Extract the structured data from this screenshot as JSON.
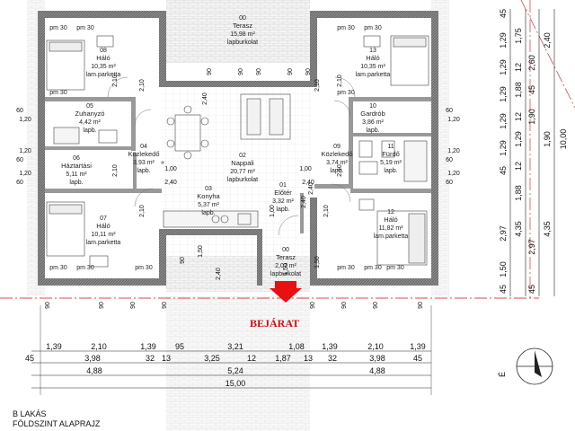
{
  "title": {
    "line1": "B LAKÁS",
    "line2": "FÖLDSZINT ALAPRAJZ"
  },
  "entry_label": "BEJÁRAT",
  "north_label": "É",
  "rooms": [
    {
      "id": "r00t",
      "num": "00",
      "name": "Terasz",
      "area": "15,98 m²",
      "floor": "lapburkolat"
    },
    {
      "id": "r08",
      "num": "08",
      "name": "Háló",
      "area": "10,35 m²",
      "floor": "lam.parketta"
    },
    {
      "id": "r05",
      "num": "05",
      "name": "Zuhanyzó",
      "area": "4,42 m²",
      "floor": "lapb."
    },
    {
      "id": "r06",
      "num": "06",
      "name": "Háztartási",
      "area": "5,11 m²",
      "floor": "lapb."
    },
    {
      "id": "r04",
      "num": "04",
      "name": "Közlekedő",
      "area": "3,93 m²",
      "floor": "lapb."
    },
    {
      "id": "r07",
      "num": "07",
      "name": "Háló",
      "area": "10,11 m²",
      "floor": "lam.parketta"
    },
    {
      "id": "r02",
      "num": "02",
      "name": "Nappali",
      "area": "20,77 m²",
      "floor": "lapburkolat"
    },
    {
      "id": "r03",
      "num": "03",
      "name": "Konyha",
      "area": "5,37 m²",
      "floor": "lapb."
    },
    {
      "id": "r01",
      "num": "01",
      "name": "Előtér",
      "area": "3,32 m²",
      "floor": "lapb."
    },
    {
      "id": "r00b",
      "num": "00",
      "name": "Terasz",
      "area": "2,07 m²",
      "floor": "lapburkolat"
    },
    {
      "id": "r13",
      "num": "13",
      "name": "Háló",
      "area": "10,35 m²",
      "floor": "lam.parketta"
    },
    {
      "id": "r10",
      "num": "10",
      "name": "Gardrób",
      "area": "3,86 m²",
      "floor": "lapb."
    },
    {
      "id": "r09",
      "num": "09",
      "name": "Közlekedő",
      "area": "3,74 m²",
      "floor": "lapb."
    },
    {
      "id": "r11",
      "num": "11",
      "name": "Fürdő",
      "area": "5,19 m²",
      "floor": "lapb."
    },
    {
      "id": "r12",
      "num": "12",
      "name": "Háló",
      "area": "11,82 m²",
      "floor": "lam.parketta"
    }
  ],
  "door_labels": [
    "pm 30",
    "pm 30",
    "pm 30",
    "pm 30",
    "pm 30",
    "pm 30",
    "pm 30",
    "pm 30",
    "pm 30",
    "pm 30",
    "pm 30",
    "pm 30"
  ],
  "inner_dims": [
    "2,10",
    "2,10",
    "2,10",
    "2,10",
    "2,10",
    "2,10",
    "2,10",
    "2,10",
    "2,40",
    "2,40",
    "2,40",
    "2,40",
    "1,00",
    "1,00",
    "1,00",
    "2,40",
    "2,40",
    "90",
    "90",
    "90",
    "90",
    "90",
    "90",
    "90",
    "90",
    "90",
    "90",
    "90",
    "90",
    "90",
    "90",
    "60",
    "60",
    "60",
    "60",
    "60",
    "60",
    "1,20",
    "1,20",
    "1,20",
    "1,20",
    "1,20",
    "1,20",
    "1,50",
    "1,50",
    "1,50"
  ],
  "bottom_dims": {
    "row1": [
      "1,39",
      "2,10",
      "1,39",
      "95",
      "3,21",
      "1,08",
      "1,39",
      "2,10",
      "1,39"
    ],
    "row2": [
      "45",
      "3,98",
      "32",
      "13",
      "3,25",
      "12",
      "1,87",
      "13",
      "32",
      "3,98",
      "45"
    ],
    "row3": [
      "4,88",
      "5,24",
      "4,88"
    ],
    "row4": [
      "15,00"
    ]
  },
  "right_dims": {
    "col1": [
      "45",
      "1,29",
      "1,29",
      "1,29",
      "1,29",
      "1,29",
      "45",
      "2,97",
      "1,50",
      "45"
    ],
    "col2": [
      "1,75",
      "12",
      "1,88",
      "12",
      "1,29",
      "12",
      "1,88",
      "4,35"
    ],
    "col3": [
      "2,60",
      "45",
      "1,90",
      "2,97",
      "45"
    ],
    "col4": [
      "2,40",
      "1,90",
      "4,35"
    ],
    "col5": [
      "10,00"
    ]
  }
}
